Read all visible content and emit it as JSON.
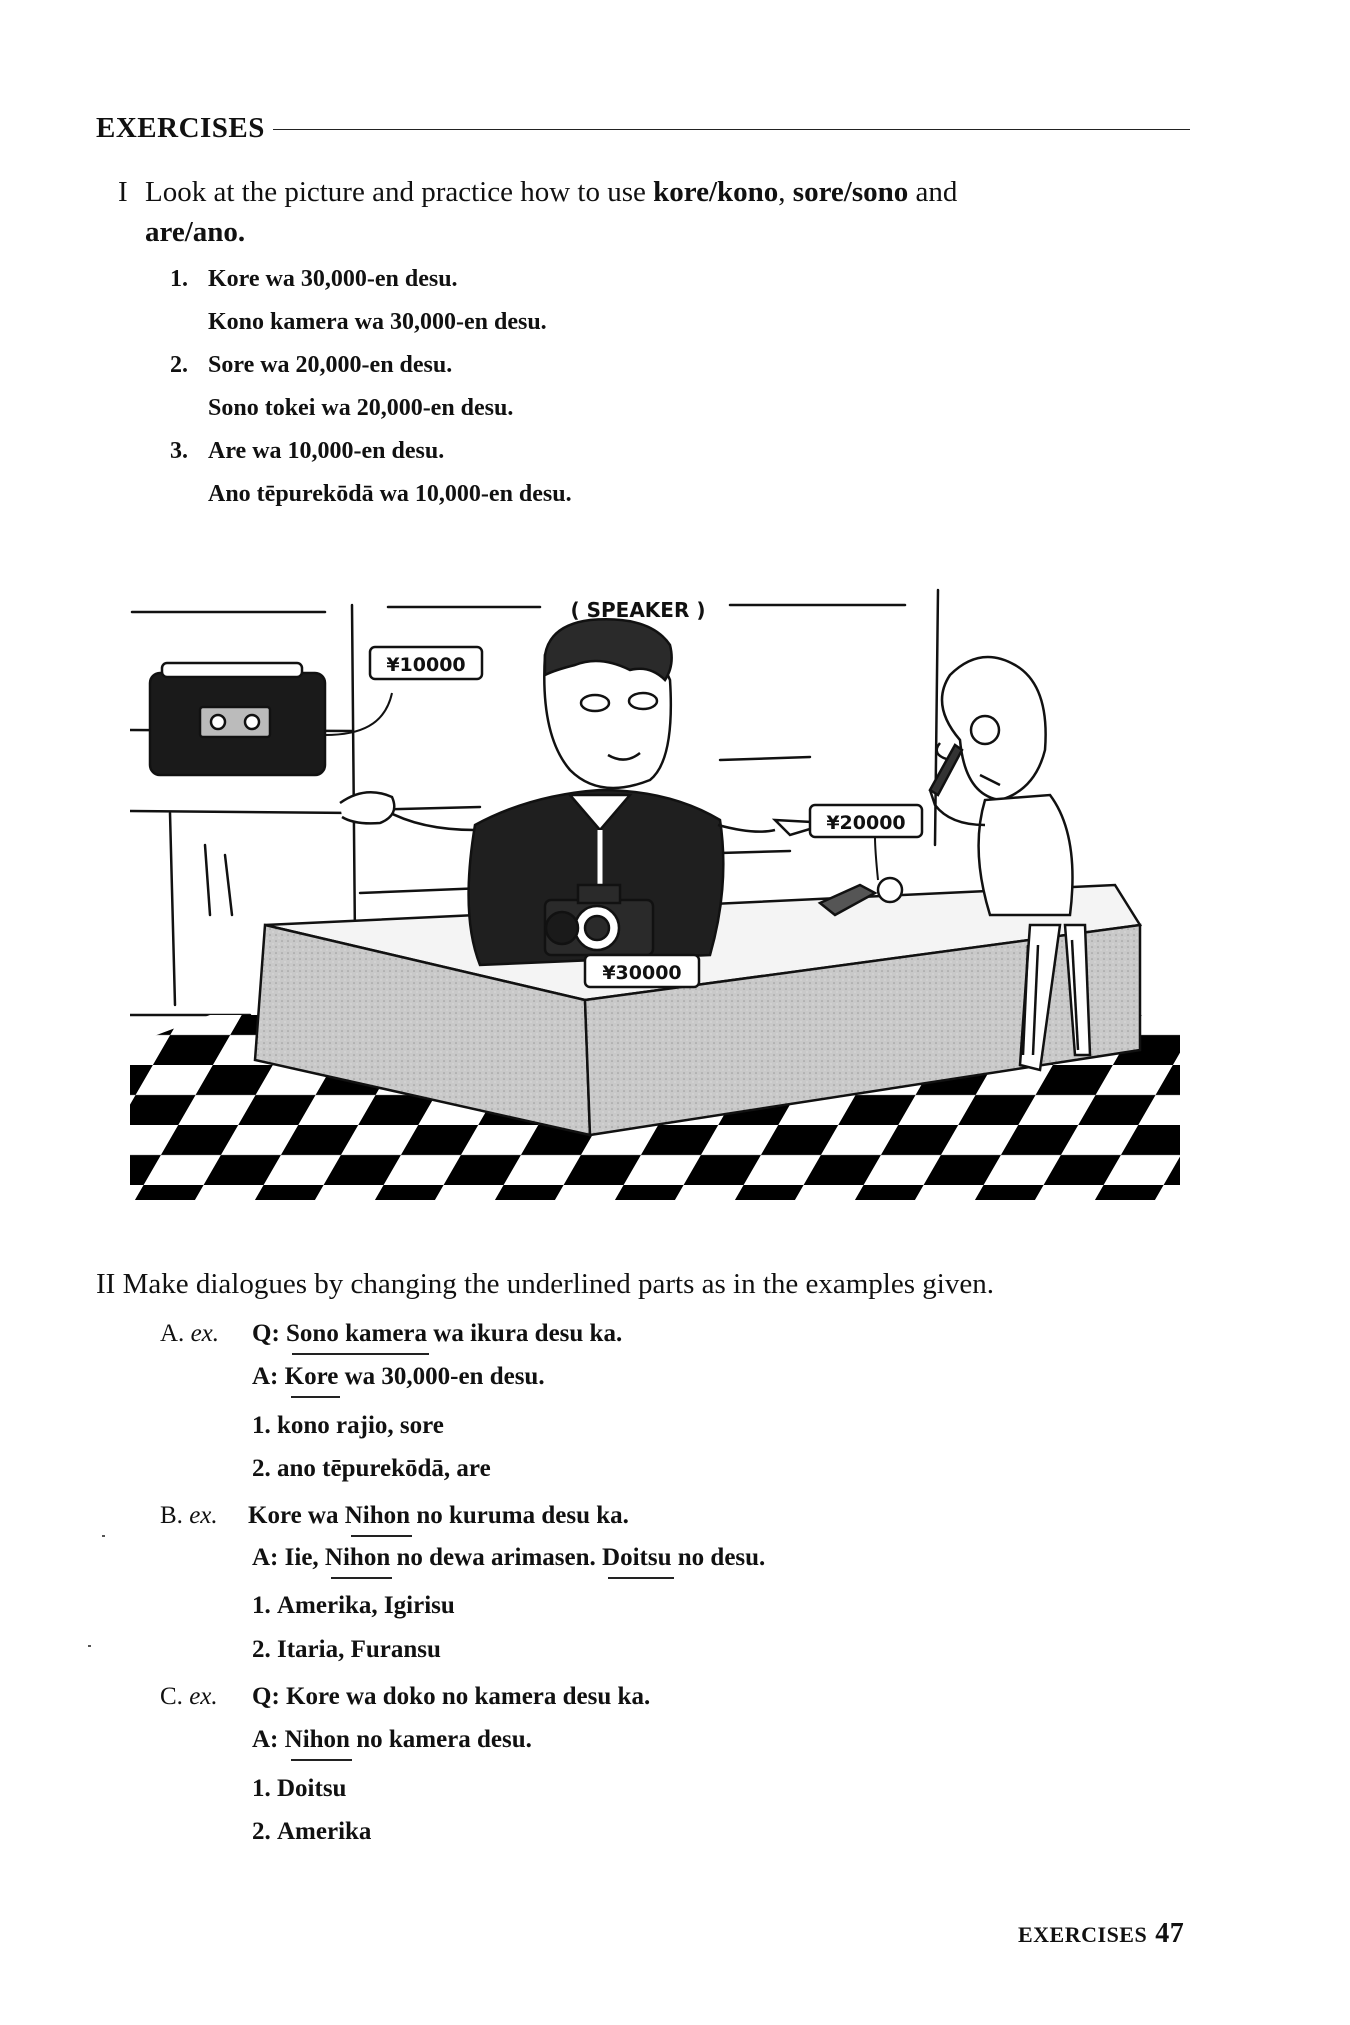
{
  "heading": "EXERCISES",
  "section1": {
    "number": "I",
    "instruction_pre": "Look at the picture and practice how to use ",
    "bold1": "kore/kono",
    "comma": ", ",
    "bold2": "sore/sono",
    "and": " and",
    "bold3": "are/ano",
    "period": ".",
    "items": [
      {
        "num": "1.",
        "line1": "Kore wa 30,000-en desu.",
        "line2": "Kono kamera wa 30,000-en desu."
      },
      {
        "num": "2.",
        "line1": "Sore wa 20,000-en desu.",
        "line2": "Sono tokei wa 20,000-en desu."
      },
      {
        "num": "3.",
        "line1": "Are wa 10,000-en desu.",
        "line2": "Ano tēpurekōdā wa 10,000-en desu."
      }
    ]
  },
  "illustration": {
    "speaker_label": "( SPEAKER )",
    "tag_radio": "¥10000",
    "tag_watch": "¥20000",
    "tag_camera": "¥30000"
  },
  "section2": {
    "number": "II",
    "instruction": "Make dialogues by changing the underlined parts as in the examples given.",
    "A": {
      "letter": "A.",
      "ex": "ex.",
      "q_label": "Q:",
      "q_u": "Sono kamera",
      "q_rest": " wa ikura desu ka.",
      "a_label": "A:",
      "a_u": "Kore",
      "a_rest": " wa 30,000-en desu.",
      "items": [
        {
          "num": "1.",
          "text": "kono rajio, sore"
        },
        {
          "num": "2.",
          "text": "ano tēpurekōdā, are"
        }
      ]
    },
    "B": {
      "letter": "B.",
      "ex": "ex.",
      "q_pre": "Kore wa ",
      "q_u": "Nihon",
      "q_rest": " no kuruma desu ka.",
      "a_label": "A:",
      "a_pre": "Iie, ",
      "a_u1": "Nihon",
      "a_mid": " no dewa arimasen. ",
      "a_u2": "Doitsu",
      "a_rest": " no desu.",
      "items": [
        {
          "num": "1.",
          "text": "Amerika, Igirisu"
        },
        {
          "num": "2.",
          "text": "Itaria, Furansu"
        }
      ]
    },
    "C": {
      "letter": "C.",
      "ex": "ex.",
      "q_label": "Q:",
      "q_text": "Kore wa doko no kamera desu ka.",
      "a_label": "A:",
      "a_u": "Nihon",
      "a_rest": " no kamera desu.",
      "items": [
        {
          "num": "1.",
          "text": "Doitsu"
        },
        {
          "num": "2.",
          "text": "Amerika"
        }
      ]
    }
  },
  "footer": {
    "label": "EXERCISES",
    "page": "47"
  }
}
